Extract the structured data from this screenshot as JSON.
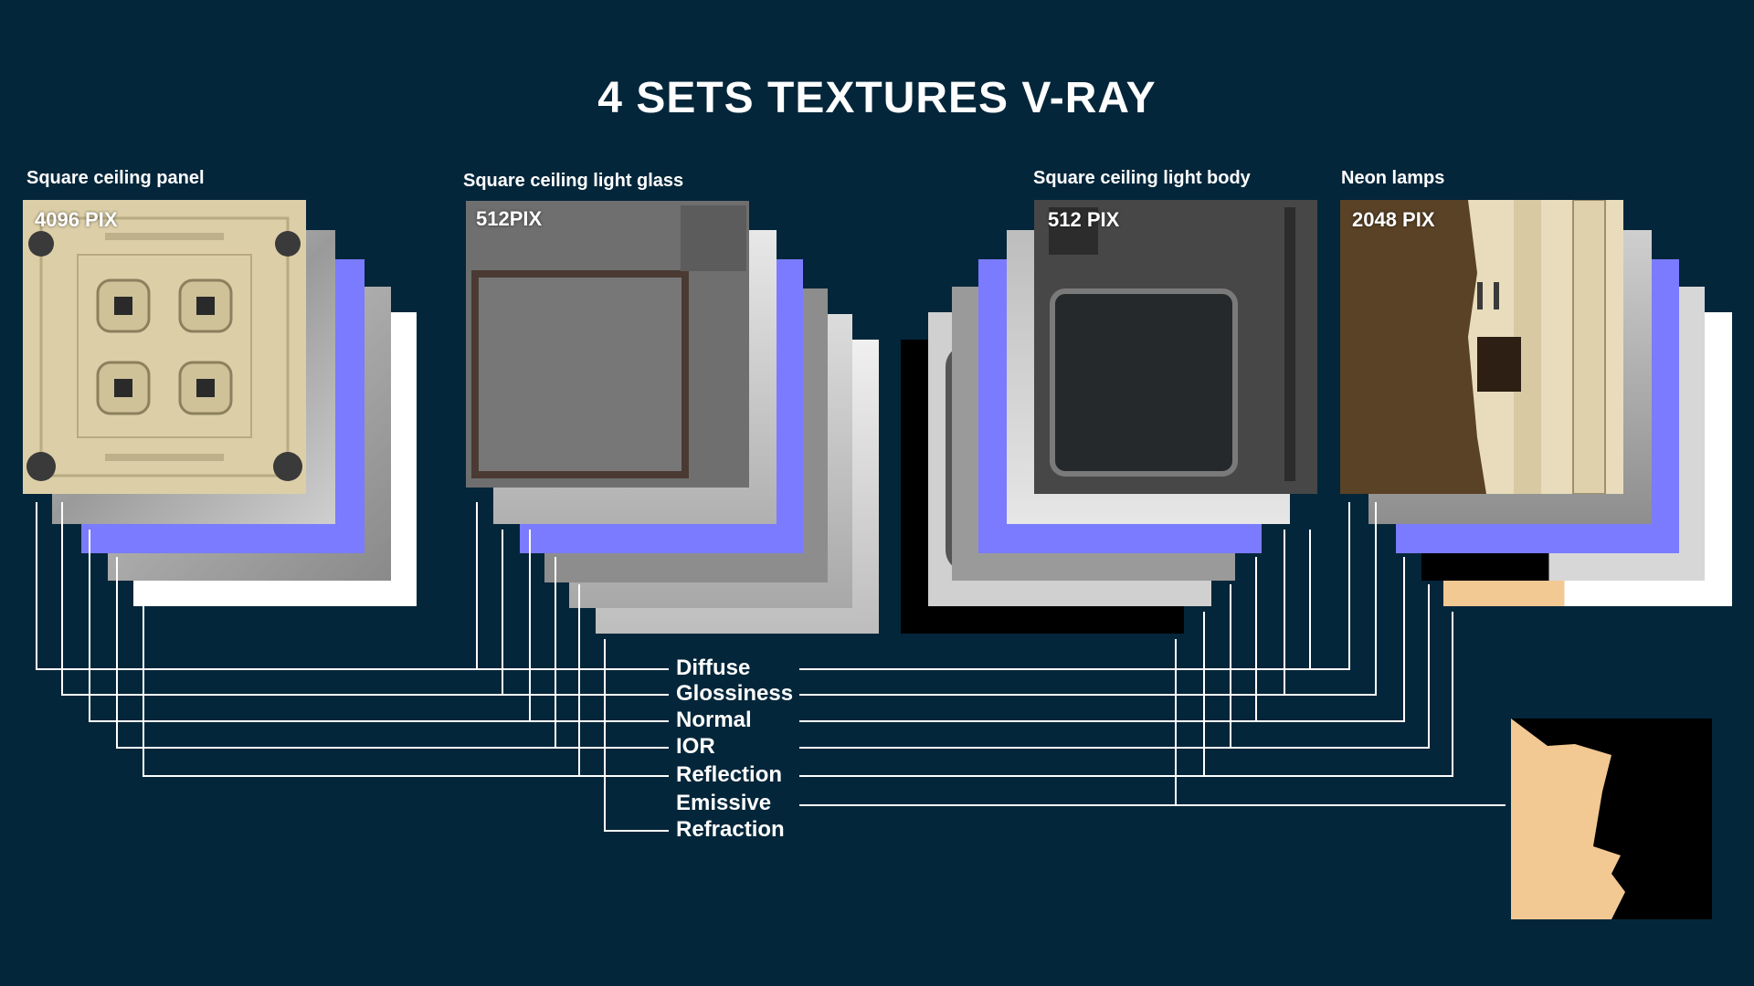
{
  "title": "4 SETS TEXTURES V-RAY",
  "sets": [
    {
      "name": "Square ceiling panel",
      "resolution": "4096 PIX"
    },
    {
      "name": "Square ceiling light glass",
      "resolution": "512PIX"
    },
    {
      "name": "Square ceiling light body",
      "resolution": "512 PIX"
    },
    {
      "name": "Neon lamps",
      "resolution": "2048 PIX"
    }
  ],
  "maps": [
    "Diffuse",
    "Glossiness",
    "Normal",
    "IOR",
    "Reflection",
    "Emissive",
    "Refraction"
  ],
  "colors": {
    "background": "#04263a",
    "diffuse_panel": "#dccfa8",
    "diffuse_lamp": "#5a4226",
    "normal_map": "#7b7bff",
    "emissive": "#f2c893",
    "lines": "#ffffff"
  }
}
